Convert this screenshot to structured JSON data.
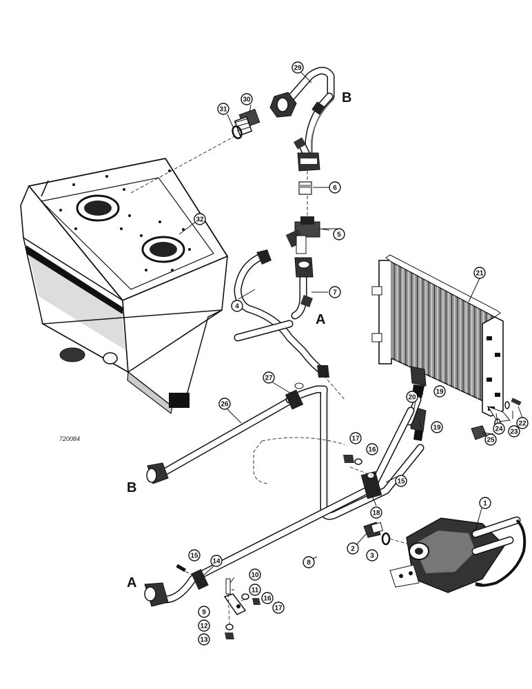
{
  "figure_code": "720084",
  "port_letters": {
    "a": "A",
    "b": "B"
  },
  "callouts": [
    {
      "id": "c1",
      "label": "1"
    },
    {
      "id": "c2",
      "label": "2"
    },
    {
      "id": "c3",
      "label": "3"
    },
    {
      "id": "c4",
      "label": "4"
    },
    {
      "id": "c5",
      "label": "5"
    },
    {
      "id": "c6",
      "label": "6"
    },
    {
      "id": "c7",
      "label": "7"
    },
    {
      "id": "c8",
      "label": "8"
    },
    {
      "id": "c9",
      "label": "9"
    },
    {
      "id": "c10",
      "label": "10"
    },
    {
      "id": "c11",
      "label": "11"
    },
    {
      "id": "c12",
      "label": "12"
    },
    {
      "id": "c13",
      "label": "13"
    },
    {
      "id": "c14",
      "label": "14"
    },
    {
      "id": "c15a",
      "label": "15"
    },
    {
      "id": "c15b",
      "label": "15"
    },
    {
      "id": "c16a",
      "label": "16"
    },
    {
      "id": "c16b",
      "label": "16"
    },
    {
      "id": "c17a",
      "label": "17"
    },
    {
      "id": "c17b",
      "label": "17"
    },
    {
      "id": "c18",
      "label": "18"
    },
    {
      "id": "c19a",
      "label": "19"
    },
    {
      "id": "c19b",
      "label": "19"
    },
    {
      "id": "c20",
      "label": "20"
    },
    {
      "id": "c21",
      "label": "21"
    },
    {
      "id": "c22",
      "label": "22"
    },
    {
      "id": "c23",
      "label": "23"
    },
    {
      "id": "c24",
      "label": "24"
    },
    {
      "id": "c25",
      "label": "25"
    },
    {
      "id": "c26",
      "label": "26"
    },
    {
      "id": "c27",
      "label": "27"
    },
    {
      "id": "c29",
      "label": "29"
    },
    {
      "id": "c30",
      "label": "30"
    },
    {
      "id": "c31",
      "label": "31"
    },
    {
      "id": "c32",
      "label": "32"
    }
  ]
}
